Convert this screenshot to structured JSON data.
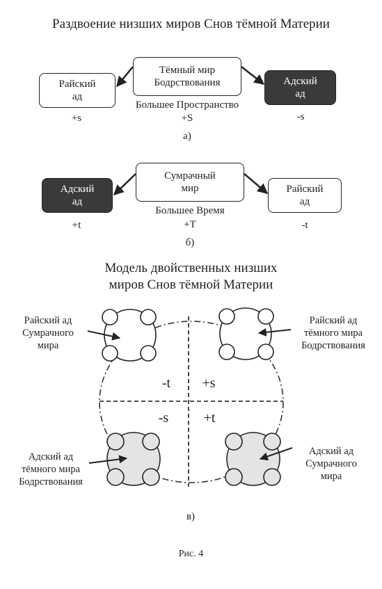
{
  "title_top": "Раздвоение низших миров Снов тёмной Материи",
  "diagram_a": {
    "center_box": [
      "Тёмный мир",
      "Бодрствования"
    ],
    "left_box": [
      "Райский",
      "ад"
    ],
    "right_box": [
      "Адский",
      "ад"
    ],
    "center_caption": "Большее Пространство",
    "center_value": "+S",
    "left_value": "+s",
    "right_value": "-s",
    "label": "а)"
  },
  "diagram_b": {
    "center_box": [
      "Сумрачный",
      "мир"
    ],
    "left_box": [
      "Адский",
      "ад"
    ],
    "right_box": [
      "Райский",
      "ад"
    ],
    "center_caption": "Большее Время",
    "center_value": "+T",
    "left_value": "+t",
    "right_value": "-t",
    "label": "б)"
  },
  "diagram_c": {
    "title": [
      "Модель двойственных низших",
      "миров Снов тёмной Материи"
    ],
    "top_left_label": [
      "Райский ад",
      "Сумрачного",
      "мира"
    ],
    "top_right_label": [
      "Райский ад",
      "тёмного мира",
      "Бодрствования"
    ],
    "bottom_left_label": [
      "Адский ад",
      "тёмного мира",
      "Бодрствования"
    ],
    "bottom_right_label": [
      "Адский ад",
      "Сумрачного",
      "мира"
    ],
    "q_top_left": "-t",
    "q_top_right": "+s",
    "q_bottom_left": "-s",
    "q_bottom_right": "+t",
    "label": "в)"
  },
  "figure_caption": "Рис. 4",
  "colors": {
    "dark_box": "#3a3a3a",
    "light_fill": "#e4e4e4",
    "ink": "#222222"
  }
}
